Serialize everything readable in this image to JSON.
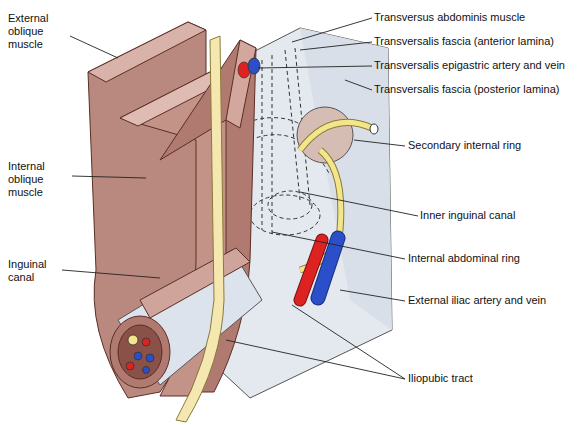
{
  "diagram": {
    "labels": [
      "External oblique muscle",
      "Internal oblique muscle",
      "Inguinal canal",
      "Transversus abdominis muscle",
      "Transversalis fascia (anterior lamina)",
      "Transversalis epigastric artery and vein",
      "Transversalis fascia (posterior lamina)",
      "Secondary internal ring",
      "Inner inguinal canal",
      "Internal abdominal ring",
      "External iliac artery and vein",
      "Iliopubic tract"
    ]
  }
}
